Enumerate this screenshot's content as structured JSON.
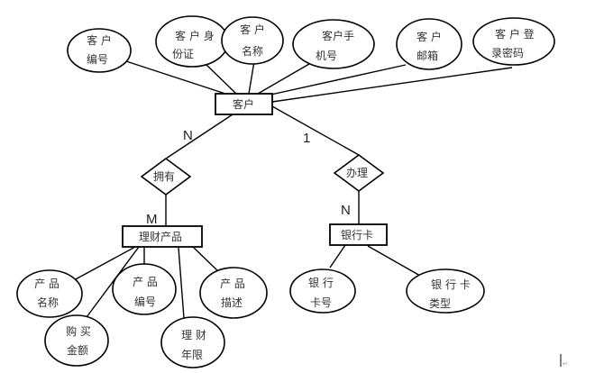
{
  "diagram": {
    "type": "ER diagram",
    "entities": [
      {
        "id": "customer",
        "label": "客户"
      },
      {
        "id": "product",
        "label": "理财产品"
      },
      {
        "id": "bankcard",
        "label": "银行卡"
      }
    ],
    "relationships": [
      {
        "id": "own",
        "label": "拥有",
        "from": "customer",
        "to": "product",
        "from_card": "N",
        "to_card": "M"
      },
      {
        "id": "handle",
        "label": "办理",
        "from": "customer",
        "to": "bankcard",
        "from_card": "1",
        "to_card": "N"
      }
    ],
    "attributes": [
      {
        "id": "cust-id",
        "entity": "customer",
        "lines": [
          "客 户",
          "编号"
        ]
      },
      {
        "id": "cust-idcard",
        "entity": "customer",
        "lines": [
          "客 户 身",
          "份证"
        ]
      },
      {
        "id": "cust-name",
        "entity": "customer",
        "lines": [
          "客 户",
          "名称"
        ]
      },
      {
        "id": "cust-phone",
        "entity": "customer",
        "lines": [
          "客户手",
          "机号"
        ]
      },
      {
        "id": "cust-email",
        "entity": "customer",
        "lines": [
          "客 户",
          "邮箱"
        ]
      },
      {
        "id": "cust-pwd",
        "entity": "customer",
        "lines": [
          "客 户 登",
          "录密码"
        ]
      },
      {
        "id": "prod-name",
        "entity": "product",
        "lines": [
          "产 品",
          "名称"
        ]
      },
      {
        "id": "prod-amount",
        "entity": "product",
        "lines": [
          "购 买",
          "金额"
        ]
      },
      {
        "id": "prod-id",
        "entity": "product",
        "lines": [
          "产 品",
          "编号"
        ]
      },
      {
        "id": "prod-term",
        "entity": "product",
        "lines": [
          "理 财",
          "年限"
        ]
      },
      {
        "id": "prod-desc",
        "entity": "product",
        "lines": [
          "产 品",
          "描述"
        ]
      },
      {
        "id": "card-no",
        "entity": "bankcard",
        "lines": [
          "银 行",
          "卡号"
        ]
      },
      {
        "id": "card-type",
        "entity": "bankcard",
        "lines": [
          "银 行 卡",
          "类型"
        ]
      }
    ],
    "paragraph_mark": "↵"
  }
}
